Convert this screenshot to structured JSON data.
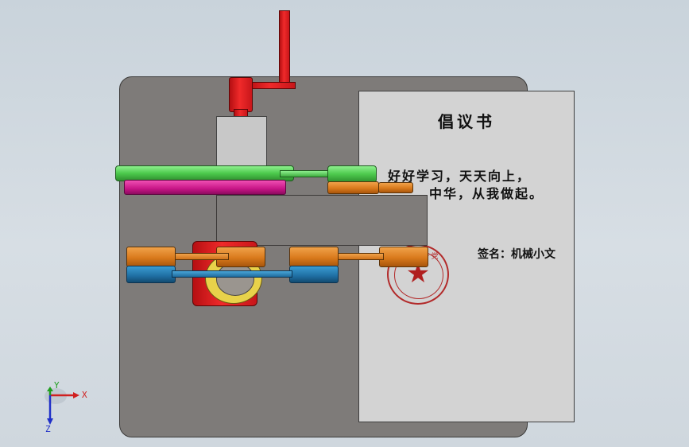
{
  "document": {
    "title": "倡议书",
    "line1": "好好学习，天天向上，",
    "line2": "中华，从我做起。",
    "signature": "签名：机械小文"
  },
  "seal": {
    "text": "中国共产党"
  },
  "axes": {
    "x_label": "X",
    "y_label": "Y",
    "z_label": "Z"
  },
  "colors": {
    "crank": "#e62424",
    "gear_orange": "#de821f",
    "gear_blue": "#1f6fa3",
    "gear_green": "#4cc94c",
    "gear_magenta": "#c81587",
    "base": "#7e7b79",
    "sheet": "#d3d3d3",
    "seal": "#b22a2a"
  }
}
